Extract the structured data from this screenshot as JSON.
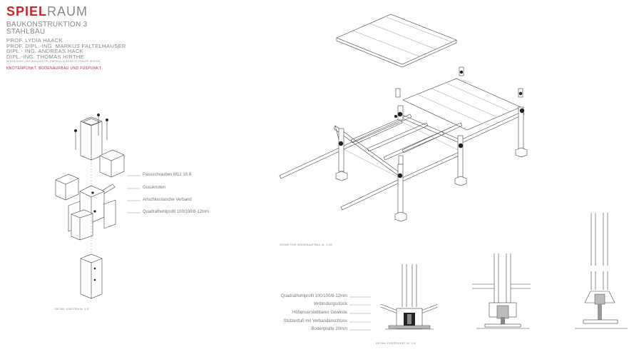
{
  "header": {
    "logo_bold": "SPIEL",
    "logo_light": "RAUM",
    "line1": "BAUKONSTRUKTION 3",
    "line2": "STAHLBAU",
    "people": [
      "PROF. LYDIA HAACK",
      "PROF. DIPL.-ING. MARKUS FALTELHAUSER",
      "DIPL.- ING. ANDREAS HACK",
      "DIPL.-ING. THOMAS HIRTHE"
    ],
    "students": "SERAN GUEN | ANTONIA DARTOR | RAPHAEL AUERBACH | PHILIPP JENCKEL",
    "subtitle": "KNOTENPUNKT, BODENAUFBAU UND FUßPUNKT"
  },
  "node_detail": {
    "labels": [
      "Passschrauben M12 10.9",
      "Gussknoten",
      "Anschlusslasche Verband",
      "Quadrathohlprofil 100/100/8-12mm"
    ],
    "caption": "DETAIL KNOTEN M. 1:5"
  },
  "iso": {
    "caption": "ISOMETRIE BODENAUFBAU M. 1:25"
  },
  "foot_detail": {
    "labels": [
      "Quadrathohlprofil 100/100/8-12mm",
      "Verbindungsstück",
      "Höhenverstellbares Gewinde",
      "Stützenfuß mit Verbandanschluss",
      "Bodenplatte 20mm"
    ],
    "caption": "DETAIL FUSSPUNKT M. 1:5"
  }
}
